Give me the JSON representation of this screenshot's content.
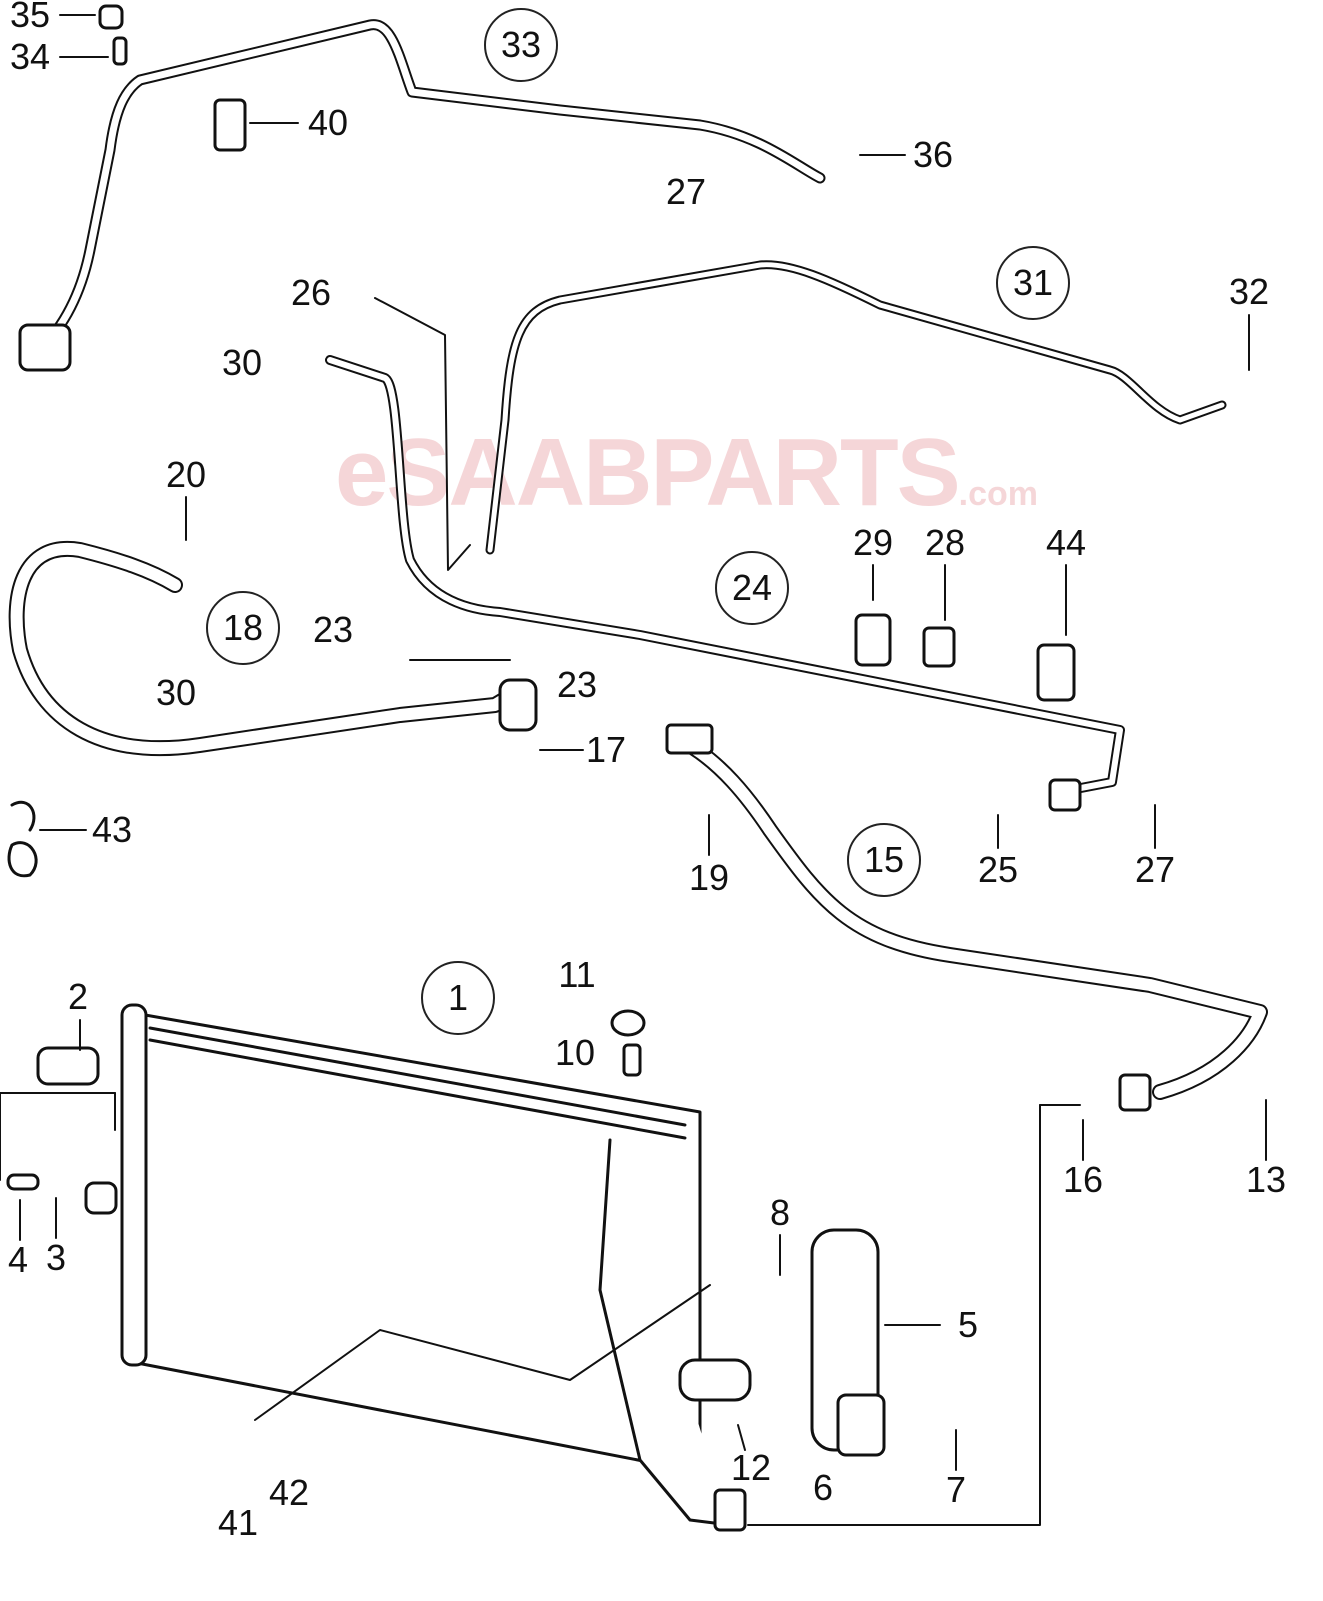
{
  "watermark": {
    "brand": "eSAABPARTS",
    "suffix": ".com",
    "color": "#f2c9cc"
  },
  "circled_labels": [
    "33",
    "31",
    "18",
    "24",
    "15",
    "1"
  ],
  "part_labels": [
    "35",
    "34",
    "40",
    "36",
    "27",
    "32",
    "26",
    "30",
    "20",
    "23",
    "30",
    "29",
    "28",
    "44",
    "23",
    "17",
    "43",
    "19",
    "25",
    "27",
    "11",
    "2",
    "10",
    "8",
    "16",
    "13",
    "4",
    "3",
    "5",
    "12",
    "6",
    "7",
    "42",
    "41"
  ]
}
